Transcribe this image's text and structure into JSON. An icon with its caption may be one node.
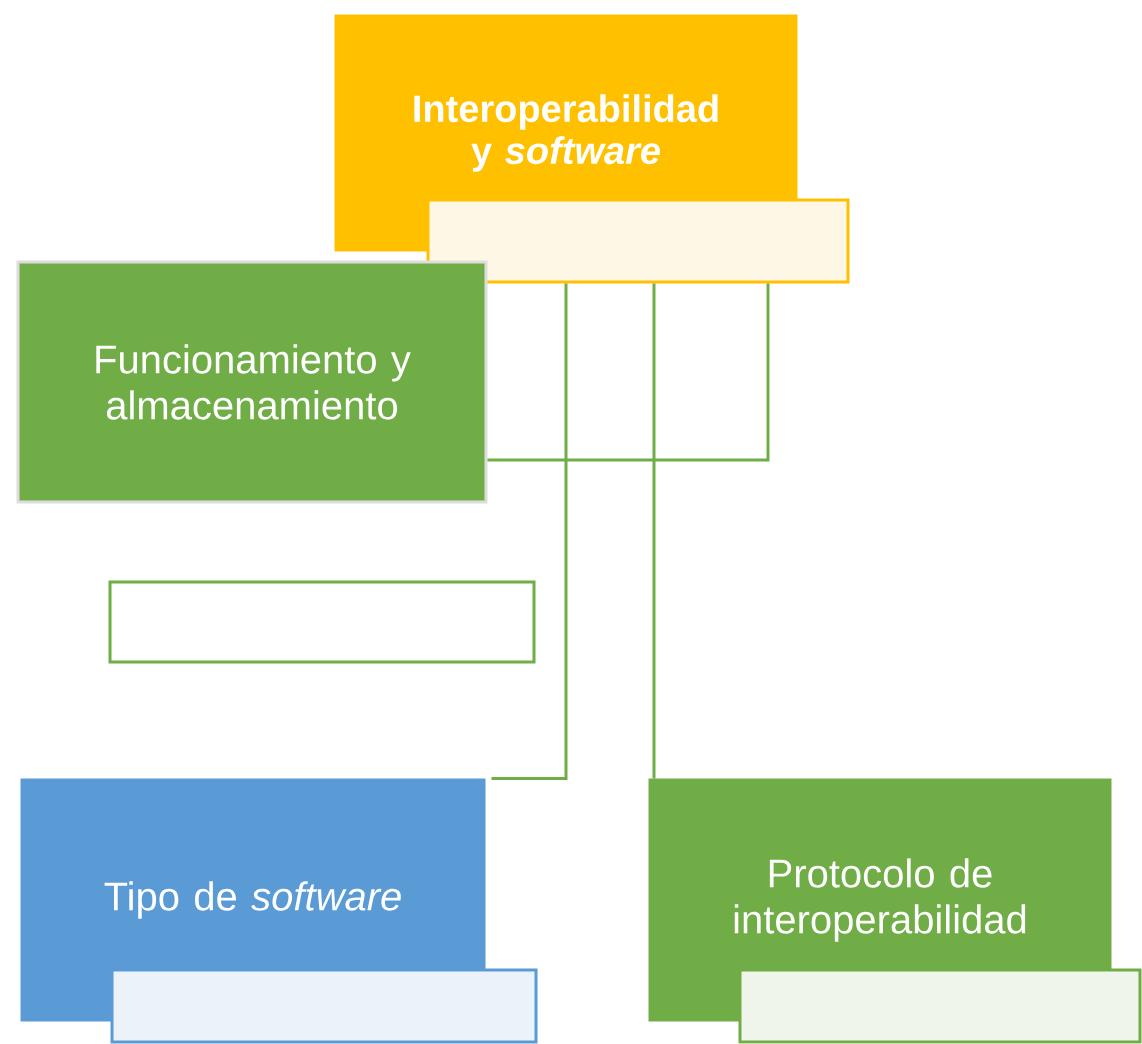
{
  "diagram": {
    "nodes": [
      {
        "text": [
          "Interoperabilidad y *software*"
        ]
      },
      {
        "text": [],
        "shape": "box"
      },
      {
        "text": [
          "Funcionamiento y almacenamiento"
        ]
      },
      {
        "text": [],
        "shape": "box"
      },
      {
        "text": [
          "Tipo de *software*"
        ]
      },
      {
        "text": [],
        "shape": "box"
      },
      {
        "text": [
          "Protocolo de interoperabilidad"
        ]
      },
      {
        "text": [],
        "shape": "box"
      }
    ],
    "edges": [
      {
        "from": 1,
        "to": 2,
        "arrow": "none"
      },
      {
        "from": 1,
        "to": 4,
        "arrow": "none"
      },
      {
        "from": 1,
        "to": 6,
        "arrow": "none"
      }
    ]
  }
}
